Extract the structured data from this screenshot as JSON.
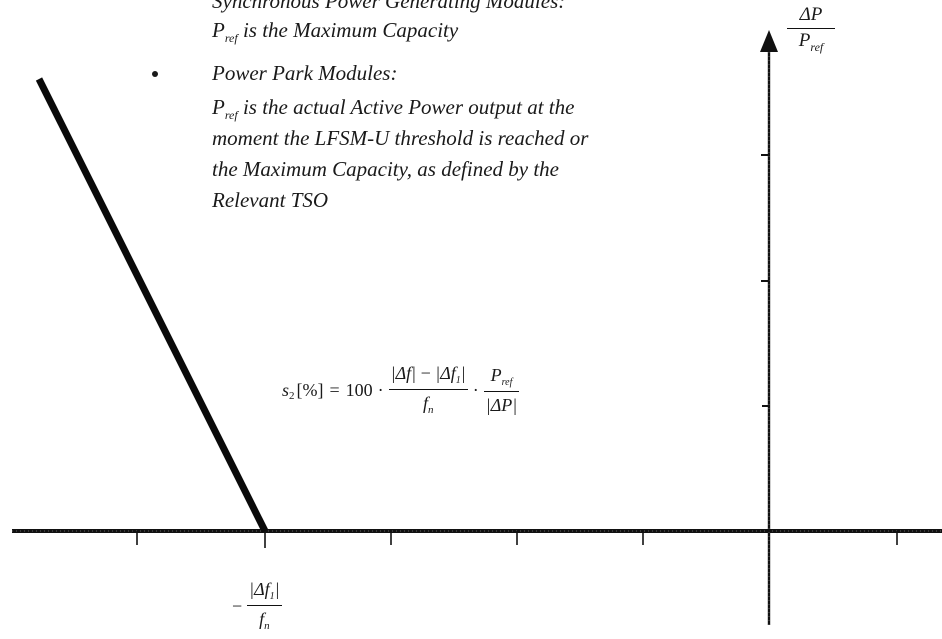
{
  "text_block": {
    "top_cut_line": "Synchronous Power Generating Modules:",
    "sync_pref_symbol": "P",
    "sync_pref_sub": "ref",
    "sync_pref_text": " is the Maximum Capacity",
    "bullet_heading": "Power Park Modules:",
    "ppm_pref_symbol": "P",
    "ppm_pref_sub": "ref",
    "ppm_lines": [
      " is the actual Active Power output at the",
      "moment the LFSM-U threshold is reached or",
      "the Maximum Capacity, as defined by the",
      "Relevant TSO"
    ]
  },
  "y_axis_label": {
    "numerator": "ΔP",
    "denominator_symbol": "P",
    "denominator_sub": "ref"
  },
  "formula": {
    "lhs_symbol": "s",
    "lhs_sub": "2",
    "lhs_unit": "[%]",
    "equals": "=",
    "factor": "100",
    "dot": "·",
    "frac1_num_a": "|Δf|",
    "frac1_minus": "−",
    "frac1_num_b": "|Δf",
    "frac1_num_b_sub": "1",
    "frac1_num_b_close": "|",
    "frac1_den": "f",
    "frac1_den_sub": "n",
    "frac2_num": "P",
    "frac2_num_sub": "ref",
    "frac2_den": "|ΔP|"
  },
  "x_threshold_label": {
    "minus": "−",
    "numerator": "|Δf",
    "numerator_sub": "1",
    "numerator_close": "|",
    "denominator": "f",
    "denominator_sub": "n"
  }
}
